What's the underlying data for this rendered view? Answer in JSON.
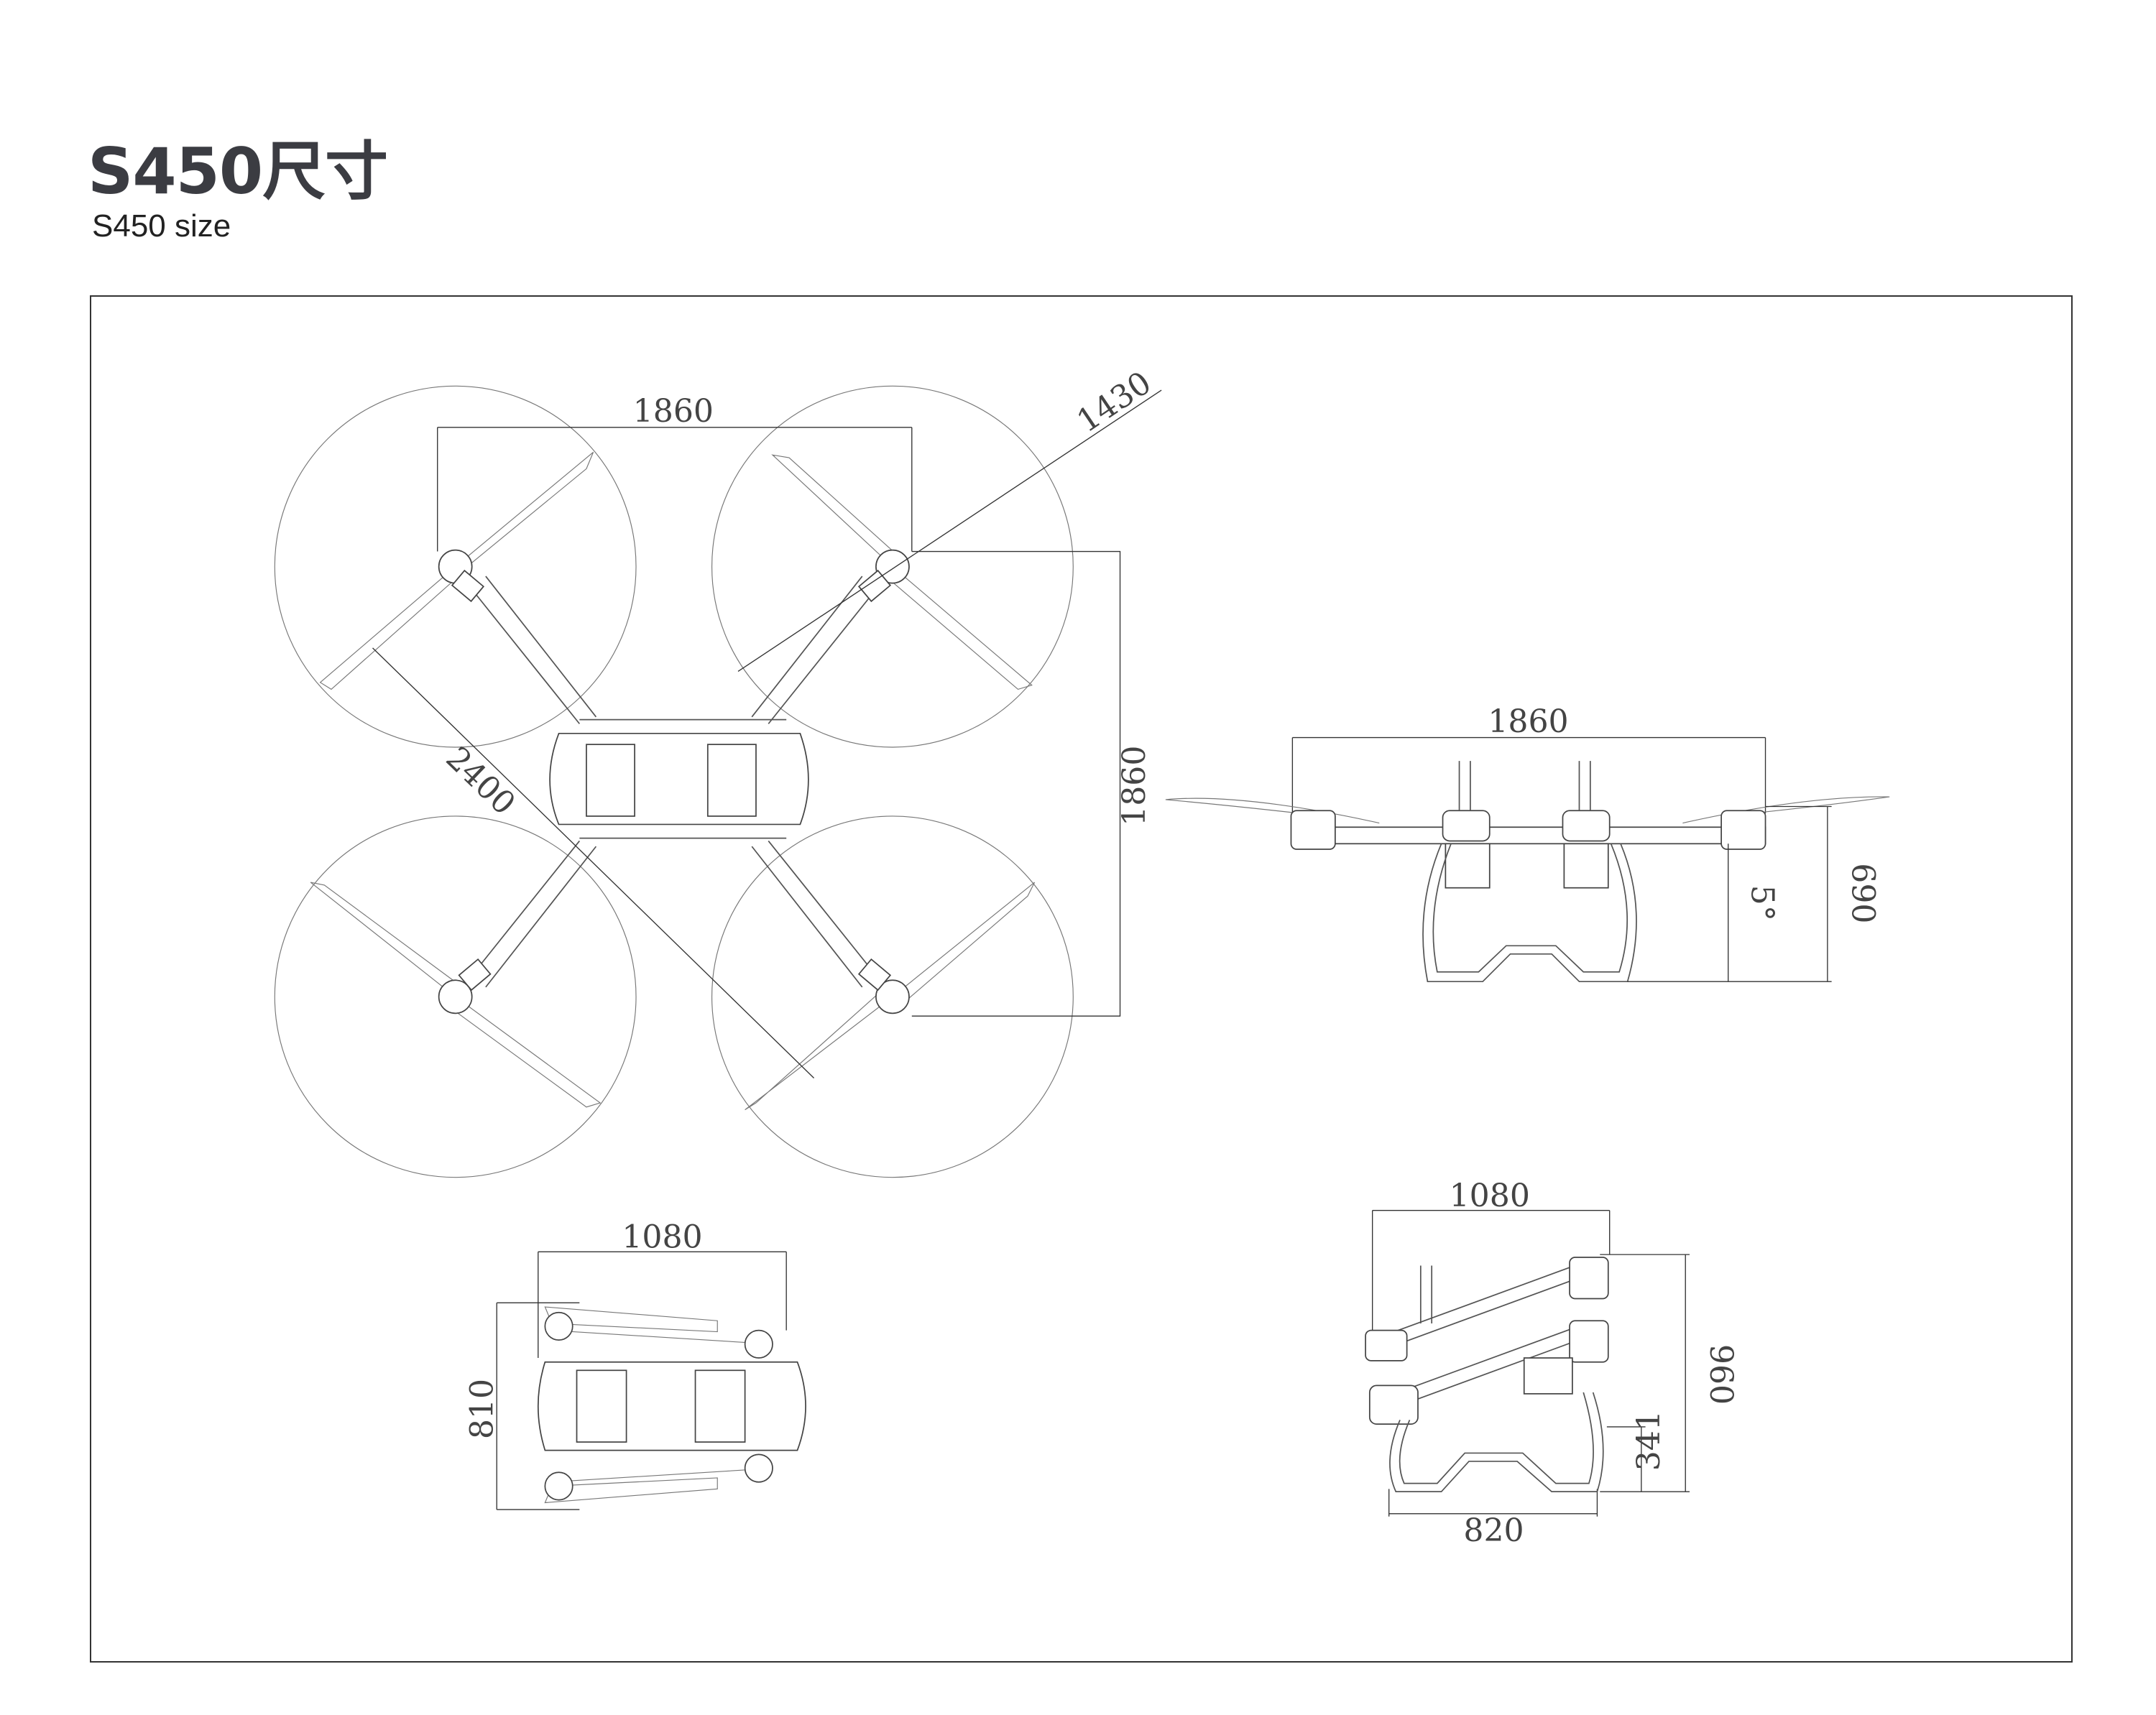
{
  "header": {
    "title": "S450尺寸",
    "subtitle": "S450 size"
  },
  "top_view": {
    "wheelbase_horizontal": "1860",
    "prop_diameter": "1430",
    "wheelbase_vertical": "1860",
    "diagonal": "2400"
  },
  "side_view": {
    "width": "1860",
    "height": "690",
    "arm_angle": "5°"
  },
  "folded_top_view": {
    "length": "1080",
    "width": "810"
  },
  "folded_side_view": {
    "length": "1080",
    "height": "960",
    "ground_clearance": "341",
    "gear_width": "820"
  }
}
